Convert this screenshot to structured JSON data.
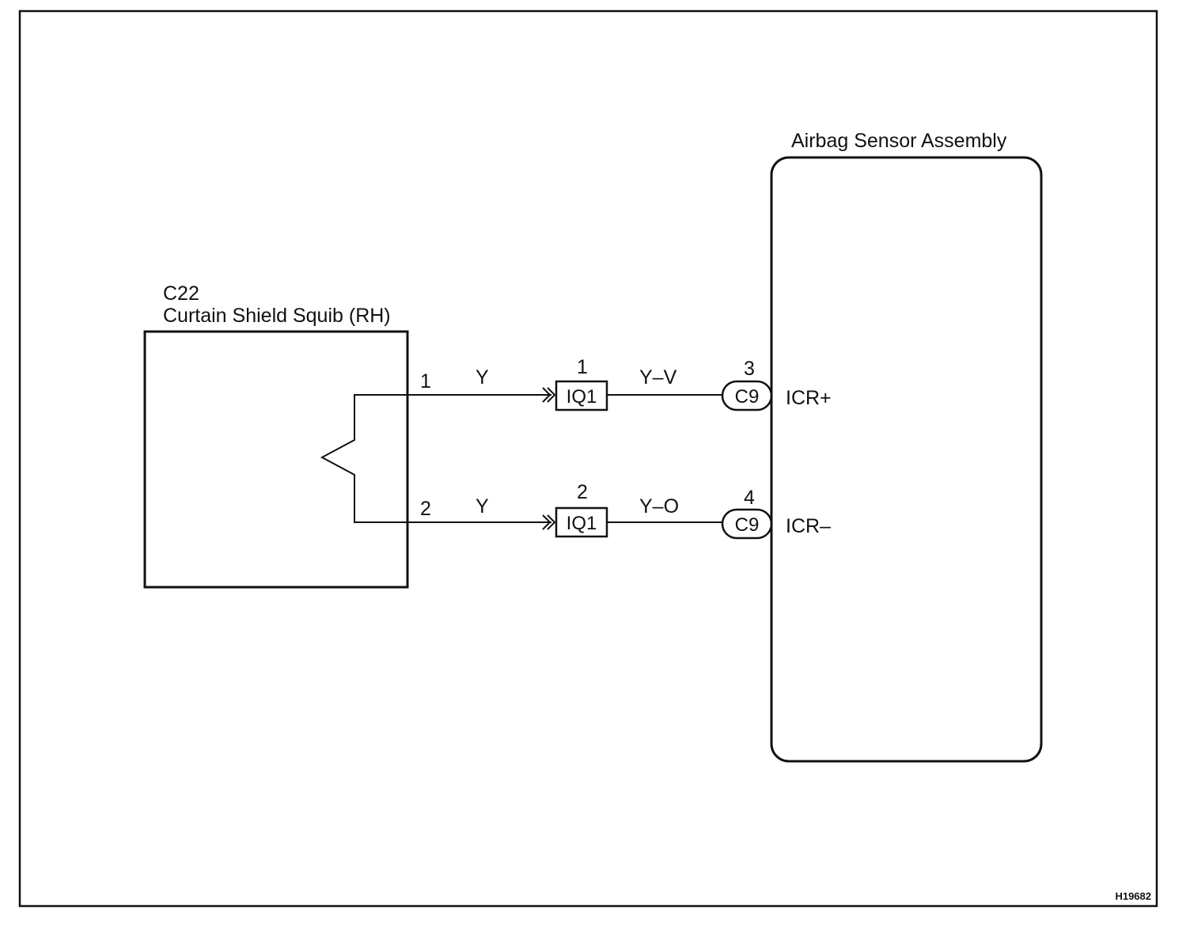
{
  "squib": {
    "code": "C22",
    "name": "Curtain Shield Squib (RH)",
    "pin_1": "1",
    "pin_2": "2"
  },
  "airbag_sensor": {
    "name": "Airbag Sensor Assembly",
    "terminal_plus": "ICR+",
    "terminal_minus": "ICR–"
  },
  "circuit_1": {
    "wire_color_left": "Y",
    "junction_pin": "1",
    "junction_label": "IQ1",
    "wire_color_right": "Y–V",
    "connector_pin": "3",
    "connector_label": "C9"
  },
  "circuit_2": {
    "wire_color_left": "Y",
    "junction_pin": "2",
    "junction_label": "IQ1",
    "wire_color_right": "Y–O",
    "connector_pin": "4",
    "connector_label": "C9"
  },
  "figure_ref": "H19682"
}
